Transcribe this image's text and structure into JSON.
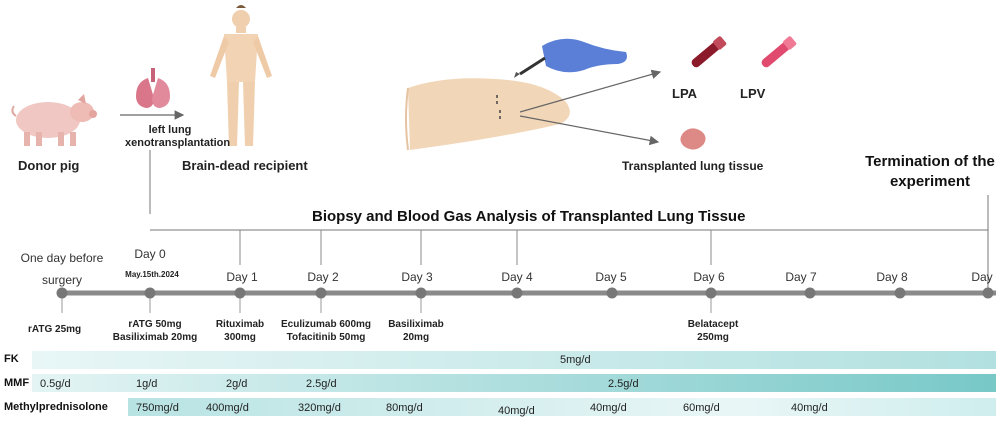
{
  "top": {
    "donor_label": "Donor pig",
    "procedure_label": "left lung xenotransplantation",
    "recipient_label": "Brain-dead recipient",
    "sample_lpa": "LPA",
    "sample_lpv": "LPV",
    "tissue_label": "Transplanted lung tissue",
    "termination_label": "Termination of the experiment",
    "biopsy_title": "Biopsy and Blood Gas Analysis of Transplanted Lung Tissue"
  },
  "timeline": {
    "days": [
      {
        "label": "One day before surgery",
        "sub": ""
      },
      {
        "label": "Day 0",
        "sub": "May.15th.2024"
      },
      {
        "label": "Day 1",
        "sub": ""
      },
      {
        "label": "Day 2",
        "sub": ""
      },
      {
        "label": "Day 3",
        "sub": ""
      },
      {
        "label": "Day 4",
        "sub": ""
      },
      {
        "label": "Day 5",
        "sub": ""
      },
      {
        "label": "Day 6",
        "sub": ""
      },
      {
        "label": "Day 7",
        "sub": ""
      },
      {
        "label": "Day 8",
        "sub": ""
      },
      {
        "label": "Day",
        "sub": ""
      }
    ],
    "drugs": [
      {
        "text": "rATG 25mg"
      },
      {
        "text": "rATG 50mg\nBasiliximab 20mg"
      },
      {
        "text": "Rituximab\n300mg"
      },
      {
        "text": "Eculizumab 600mg\nTofacitinib 50mg"
      },
      {
        "text": "Basiliximab\n20mg"
      },
      {
        "text": "Belatacept\n250mg"
      }
    ]
  },
  "regimen": {
    "rows": [
      {
        "label": "FK",
        "doses": [
          "5mg/d"
        ]
      },
      {
        "label": "MMF",
        "doses": [
          "0.5g/d",
          "1g/d",
          "2g/d",
          "2.5g/d",
          "2.5g/d"
        ]
      },
      {
        "label": "Methylprednisolone",
        "doses": [
          "750mg/d",
          "400mg/d",
          "320mg/d",
          "80mg/d",
          "40mg/d",
          "40mg/d",
          "60mg/d",
          "40mg/d"
        ]
      }
    ]
  },
  "colors": {
    "timeline": "#8a8a8a",
    "teal_light": "#d8efef",
    "teal_mid": "#a9dcdc",
    "teal_dark": "#6fc4c4",
    "glove": "#5b7fd6",
    "tube_dark": "#8b1a2b",
    "tube_pink": "#e04a6e",
    "skin": "#f2d6b8"
  },
  "icons": [
    "pig-icon",
    "lung-icon",
    "human-body-icon",
    "gloved-hand-scalpel-icon",
    "blood-tube-icon",
    "tissue-icon",
    "arm-icon"
  ]
}
